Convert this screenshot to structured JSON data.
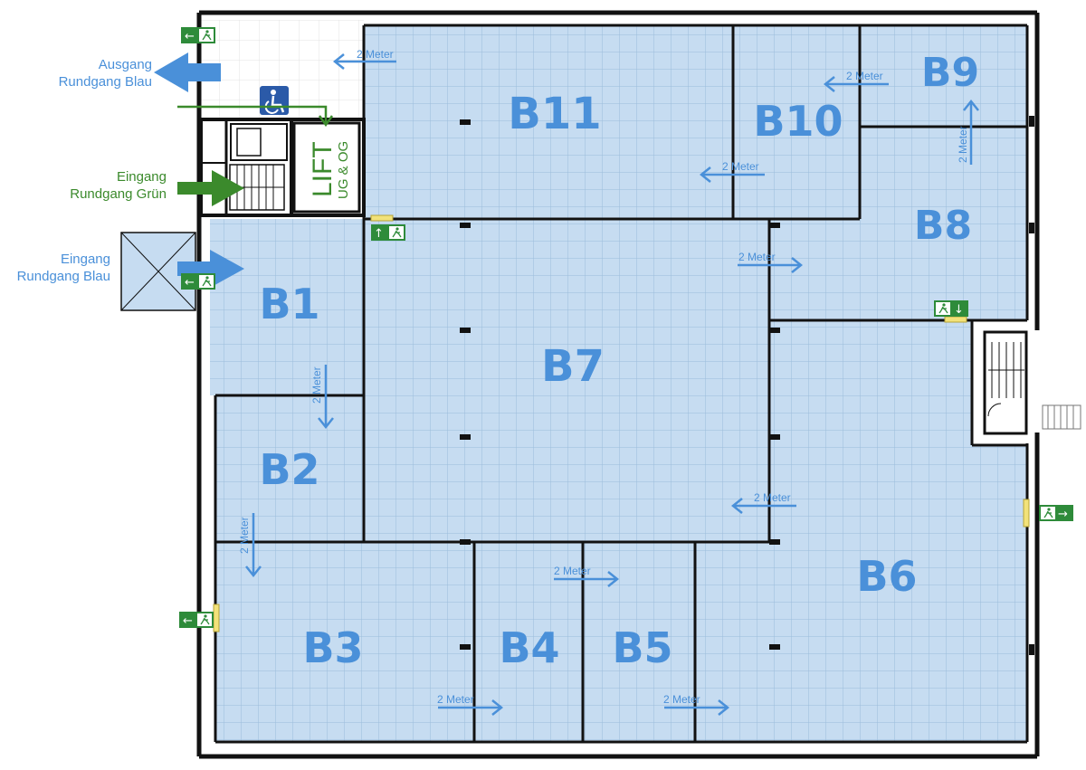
{
  "colors": {
    "room_fill": "#c6dcf1",
    "grid": "#9bbcdb",
    "wall": "#111111",
    "label_blue": "#4a90d9",
    "arrow_blue": "#4a90d9",
    "green": "#3b8a2c",
    "exit_green": "#2e8b3a",
    "door_yellow": "#f2e27a"
  },
  "rooms": [
    {
      "id": "B1",
      "label": "B1"
    },
    {
      "id": "B2",
      "label": "B2"
    },
    {
      "id": "B3",
      "label": "B3"
    },
    {
      "id": "B4",
      "label": "B4"
    },
    {
      "id": "B5",
      "label": "B5"
    },
    {
      "id": "B6",
      "label": "B6"
    },
    {
      "id": "B7",
      "label": "B7"
    },
    {
      "id": "B8",
      "label": "B8"
    },
    {
      "id": "B9",
      "label": "B9"
    },
    {
      "id": "B10",
      "label": "B10"
    },
    {
      "id": "B11",
      "label": "B11"
    }
  ],
  "distance_marker": "2 Meter",
  "lift": {
    "title": "LIFT",
    "subtitle": "UG & OG"
  },
  "exit_label": {
    "line1": "Ausgang",
    "line2": "Rundgang Blau"
  },
  "entrance_green": {
    "line1": "Eingang",
    "line2": "Rundgang Grün"
  },
  "entrance_blue": {
    "line1": "Eingang",
    "line2": "Rundgang Blau"
  },
  "icons": [
    "wheelchair-icon",
    "emergency-exit-sign-icon",
    "direction-arrow-icon",
    "stairs-icon"
  ]
}
